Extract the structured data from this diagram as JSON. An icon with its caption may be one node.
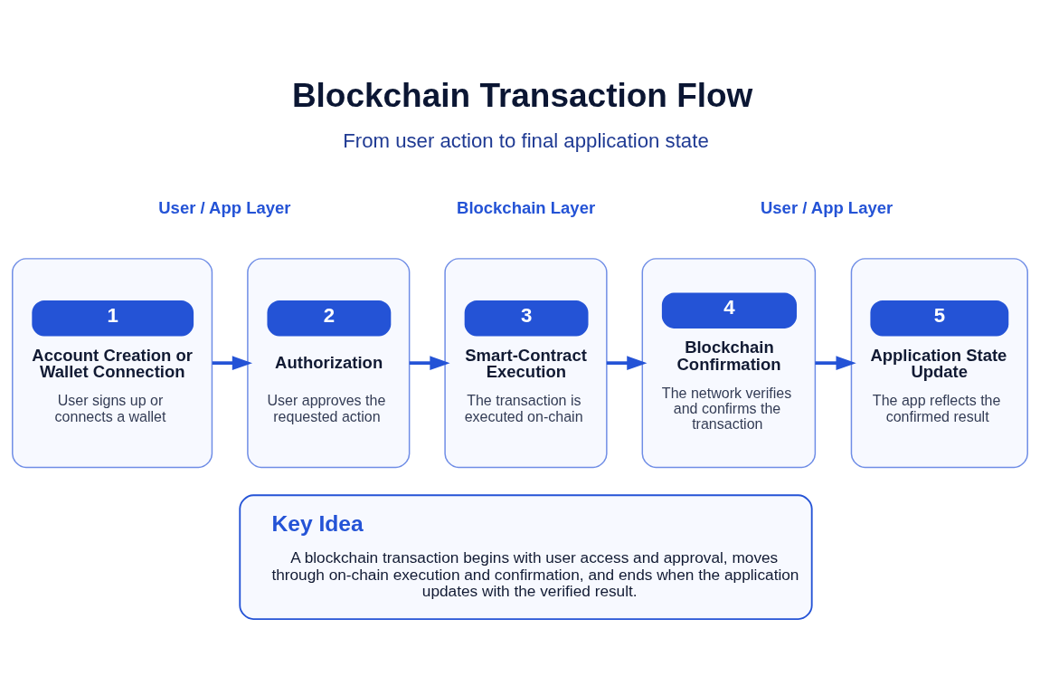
{
  "diagram": {
    "title": "Blockchain Transaction Flow",
    "nodes": [
      {
        "text": [
          "1",
          "Account Creation or Wallet Connection",
          "User signs up or connects a wallet"
        ]
      },
      {
        "text": [
          "2",
          "Authorization",
          "User approves the requested action"
        ]
      },
      {
        "text": [
          "3",
          "Smart-Contract Execution",
          "The transaction is executed on-chain"
        ]
      },
      {
        "text": [
          "4",
          "Blockchain Confirmation",
          "The network verifies and confirms the transaction"
        ]
      },
      {
        "text": [
          "5",
          "Application State Update",
          "The app reflects the confirmed result"
        ]
      },
      {
        "text": [
          "Key Idea",
          "A blockchain transaction begins with user access and approval, moves through on-chain execution and confirmation, and ends when the application updates with the verified result."
        ]
      }
    ],
    "edges": [
      {
        "from": 0,
        "to": 1,
        "arrow": "to"
      },
      {
        "from": 1,
        "to": 2,
        "arrow": "to"
      },
      {
        "from": 2,
        "to": 3,
        "arrow": "to"
      },
      {
        "from": 3,
        "to": 4,
        "arrow": "to"
      }
    ],
    "labels": [
      "From user action to final application state",
      "User / App Layer",
      "Blockchain Layer",
      "User / App Layer"
    ]
  }
}
